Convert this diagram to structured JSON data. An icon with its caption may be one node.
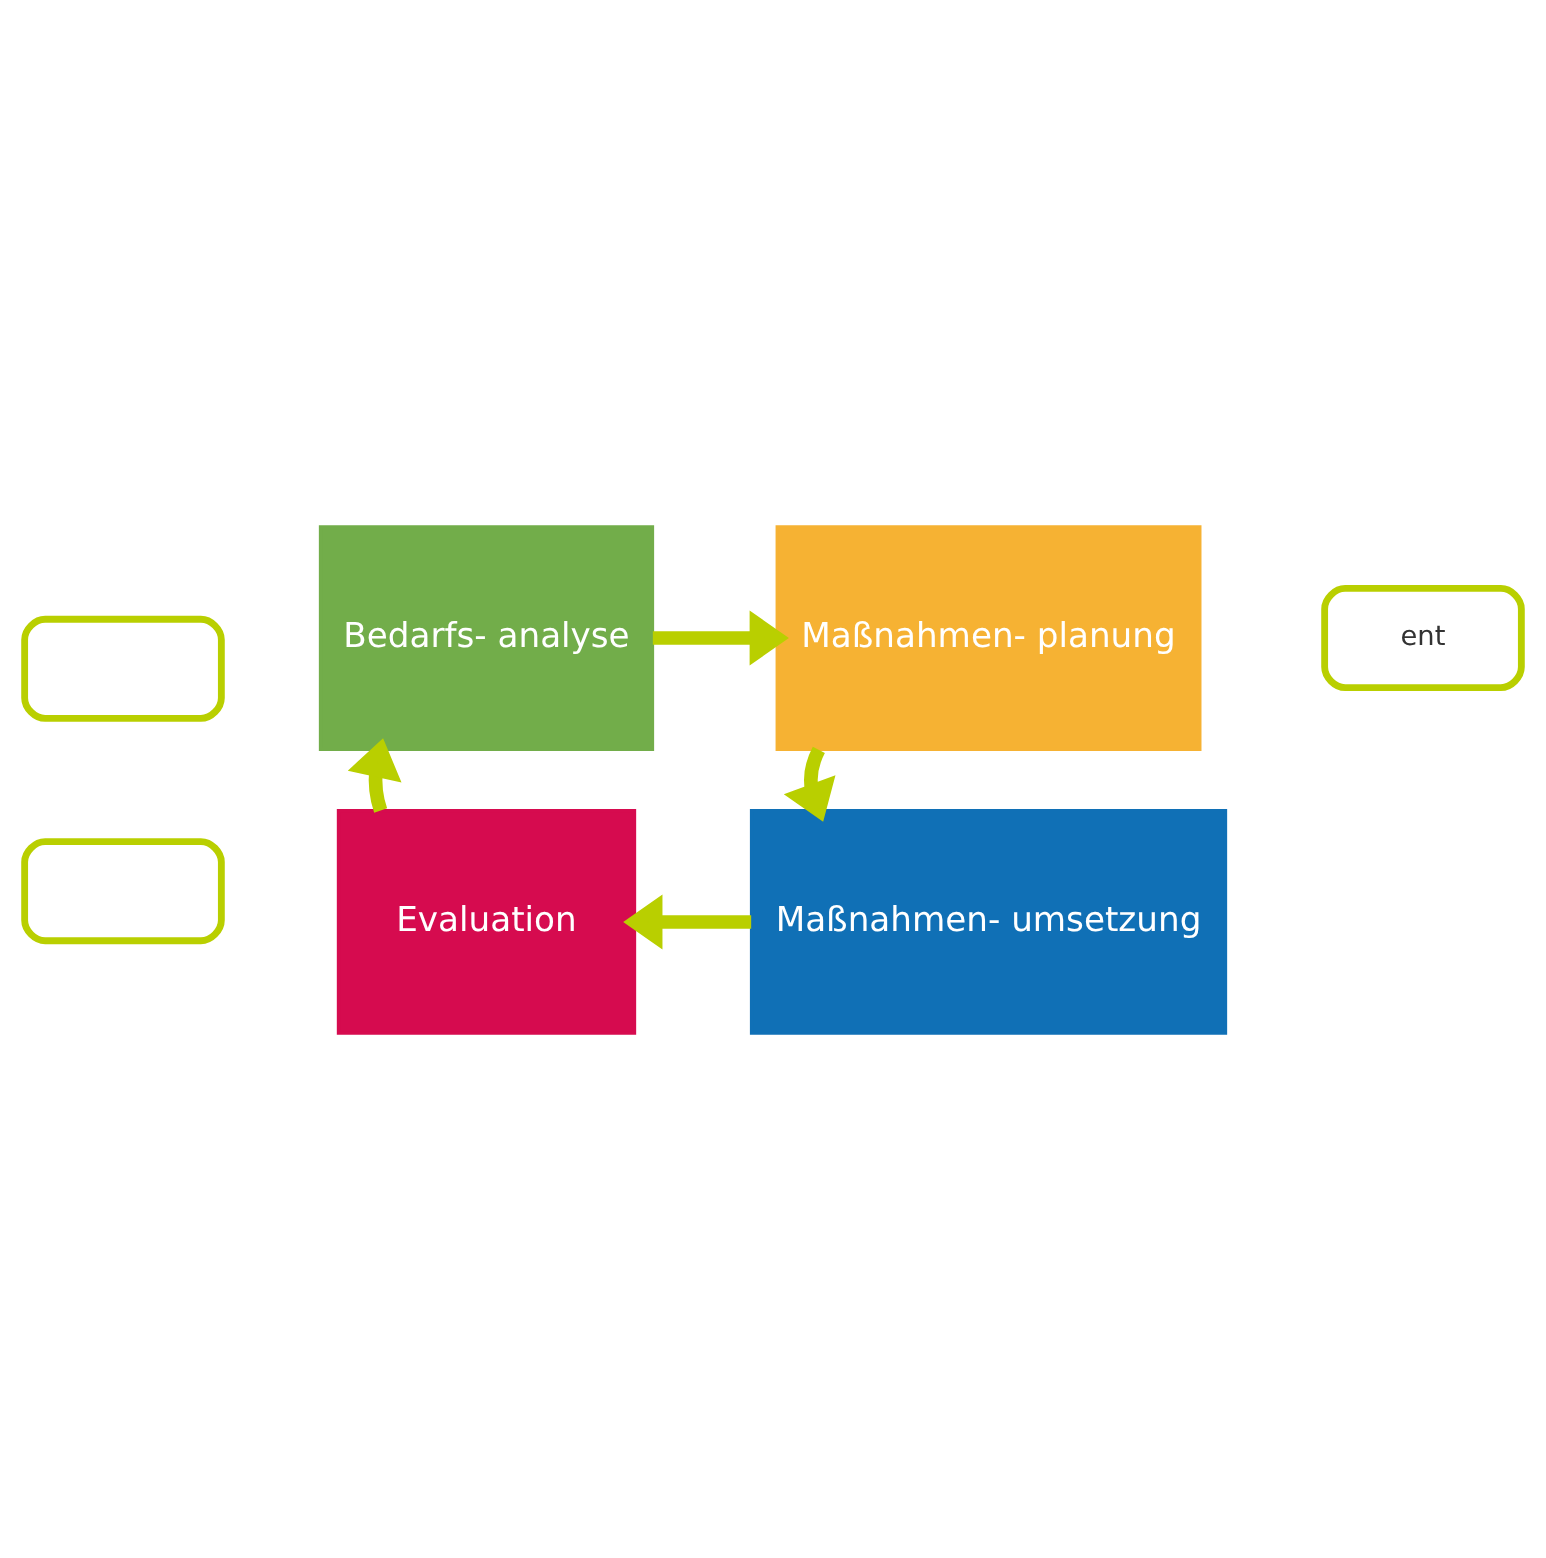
{
  "diagram": {
    "nodes": [
      {
        "text": [
          "Bedarfs- analyse"
        ]
      },
      {
        "text": [
          "Maßnahmen- planung"
        ]
      },
      {
        "text": [
          "Evaluation"
        ]
      },
      {
        "text": [
          "Maßnahmen- umsetzung"
        ]
      },
      {
        "text": [],
        "shape": "box"
      },
      {
        "text": [
          "ent"
        ]
      },
      {
        "text": [],
        "shape": "box"
      }
    ],
    "edges": [
      {
        "from": 0,
        "to": 1,
        "arrow": "to"
      },
      {
        "from": 1,
        "to": 3,
        "arrow": "to"
      },
      {
        "from": 3,
        "to": 2,
        "arrow": "to"
      },
      {
        "from": 2,
        "to": 0,
        "arrow": "to"
      }
    ]
  }
}
